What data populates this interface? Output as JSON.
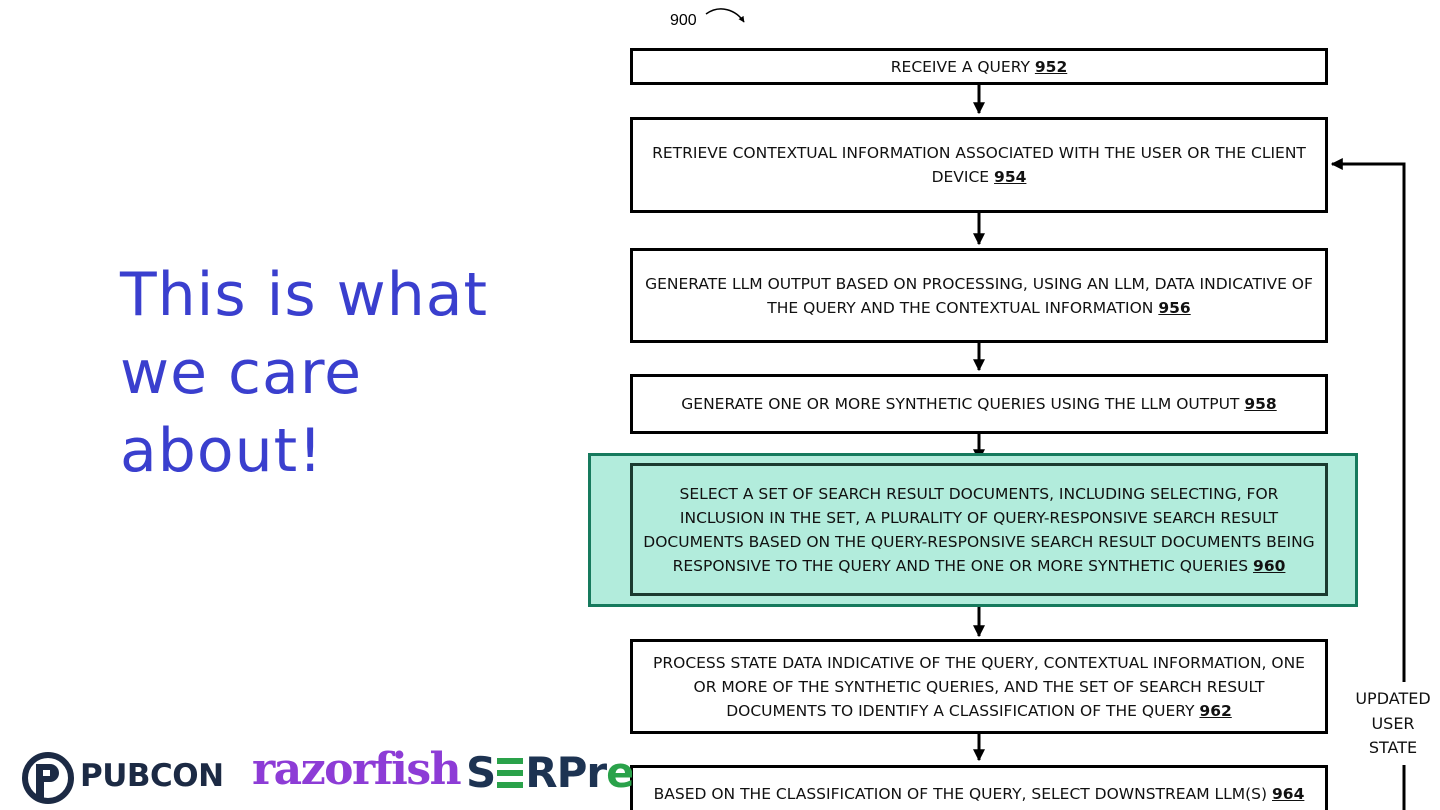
{
  "headline": "This is what we care about!",
  "flowchart": {
    "figure_label": "900",
    "steps": [
      {
        "text": "RECEIVE A QUERY",
        "ref": "952"
      },
      {
        "text": "RETRIEVE CONTEXTUAL INFORMATION ASSOCIATED WITH THE USER OR THE CLIENT DEVICE",
        "ref": "954"
      },
      {
        "text": "GENERATE LLM OUTPUT BASED ON PROCESSING, USING AN LLM, DATA INDICATIVE OF THE QUERY AND THE CONTEXTUAL INFORMATION",
        "ref": "956"
      },
      {
        "text": "GENERATE ONE OR MORE SYNTHETIC QUERIES USING THE LLM OUTPUT",
        "ref": "958"
      },
      {
        "text": "SELECT A SET OF SEARCH RESULT DOCUMENTS, INCLUDING SELECTING, FOR INCLUSION IN THE SET, A PLURALITY OF QUERY-RESPONSIVE SEARCH RESULT DOCUMENTS BASED ON THE QUERY-RESPONSIVE SEARCH RESULT DOCUMENTS BEING RESPONSIVE TO THE QUERY AND THE ONE OR MORE SYNTHETIC QUERIES",
        "ref": "960",
        "highlighted": true
      },
      {
        "text": "PROCESS STATE DATA INDICATIVE OF THE QUERY, CONTEXTUAL INFORMATION, ONE OR MORE OF THE SYNTHETIC QUERIES, AND THE SET OF SEARCH RESULT DOCUMENTS TO IDENTIFY A CLASSIFICATION OF THE QUERY",
        "ref": "962"
      },
      {
        "text": "BASED ON THE CLASSIFICATION OF THE QUERY, SELECT DOWNSTREAM LLM(S)",
        "ref": "964"
      }
    ],
    "feedback_label": "UPDATED USER STATE",
    "highlight_color": "#b2ecdc",
    "highlight_border": "#167a5d"
  },
  "logos": {
    "pubcon": "PUBCON",
    "razorfish": "razorfish",
    "serp_a": "S",
    "serp_b": "RPr",
    "serp_c": "e",
    "pubcon_color": "#1c2a44",
    "razorfish_color": "#8d3cd6",
    "serp_green": "#2aa24a"
  },
  "colors": {
    "headline": "#3a3fce"
  }
}
